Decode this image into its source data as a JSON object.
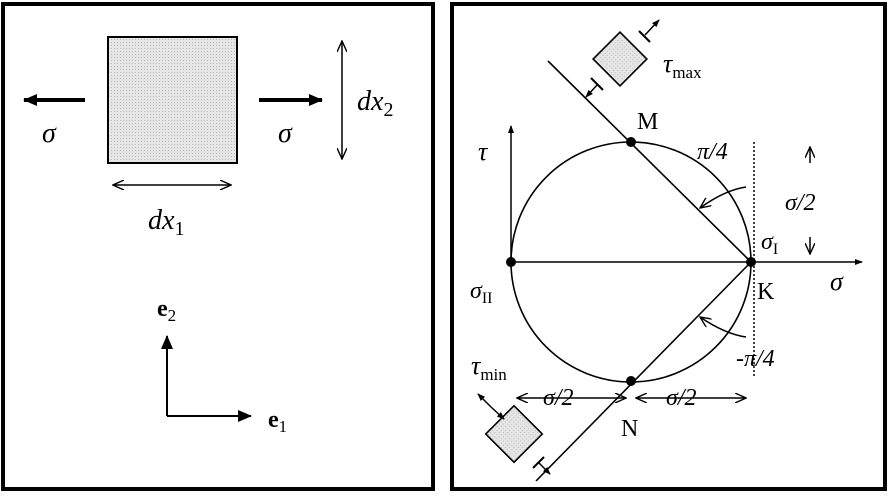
{
  "left_panel": {
    "sigma_left": "σ",
    "sigma_right": "σ",
    "dx2": {
      "base": "dx",
      "sub": "2"
    },
    "dx1": {
      "base": "dx",
      "sub": "1"
    },
    "e2": {
      "base": "e",
      "sub": "2"
    },
    "e1": {
      "base": "e",
      "sub": "1"
    }
  },
  "right_panel": {
    "tau_axis": "τ",
    "sigma_axis": "σ",
    "tau_max": {
      "base": "τ",
      "sub": "max"
    },
    "tau_min": {
      "base": "τ",
      "sub": "min"
    },
    "point_m": "M",
    "point_n": "N",
    "point_k": "K",
    "sigma_I": {
      "base": "σ",
      "sub": "I"
    },
    "sigma_II": {
      "base": "σ",
      "sub": "II"
    },
    "angle_top": "π/4",
    "angle_bottom": "-π/4",
    "half_sigma_right": "σ/2",
    "half_sigma_bottom_left": "σ/2",
    "half_sigma_bottom_right": "σ/2"
  },
  "colors": {
    "stroke": "#000000",
    "element_fill": "#dcdcdc"
  }
}
